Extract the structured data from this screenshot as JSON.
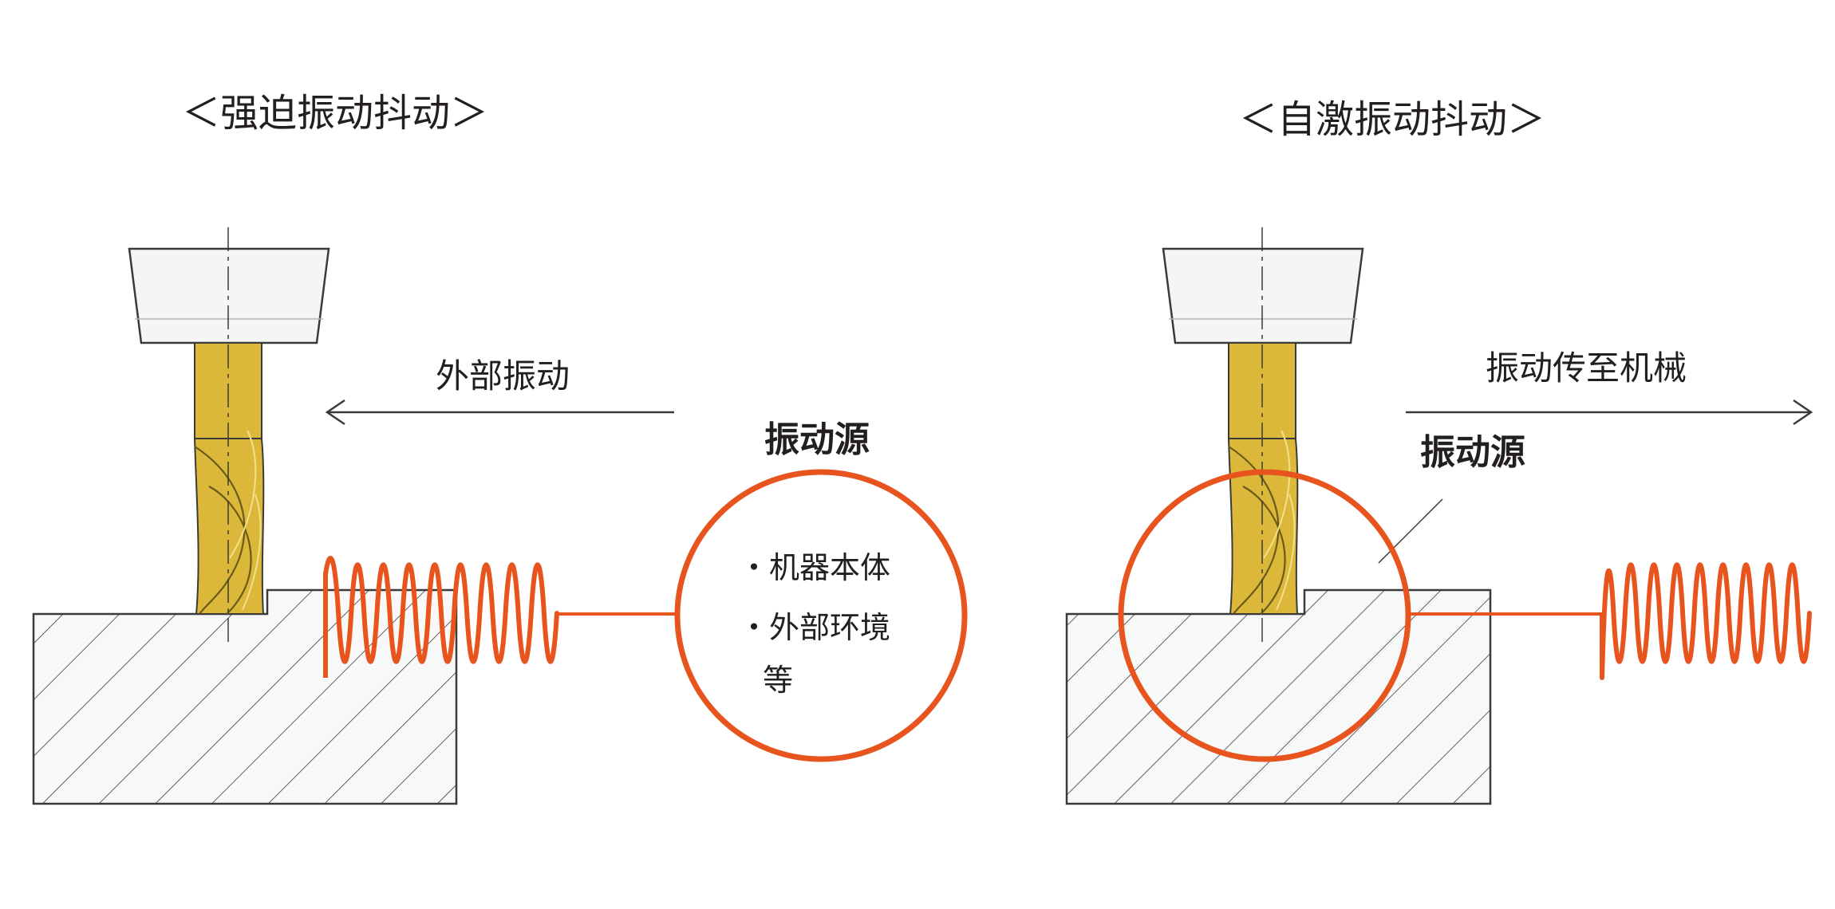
{
  "panels": [
    {
      "title": "＜强迫振动抖动＞",
      "arrow_label": "外部振动",
      "source_label": "振动源",
      "source_items": [
        "・机器本体",
        "・外部环境",
        "等"
      ]
    },
    {
      "title": "＜自激振动抖动＞",
      "arrow_label": "振动传至机械",
      "source_label": "振动源"
    }
  ],
  "colors": {
    "accent_orange": "#e8541e",
    "tool_gold": "#dcb83a",
    "holder_fill": "#f4f5f5",
    "workpiece_fill": "#f7f8f8",
    "line": "#3a3a3a"
  }
}
